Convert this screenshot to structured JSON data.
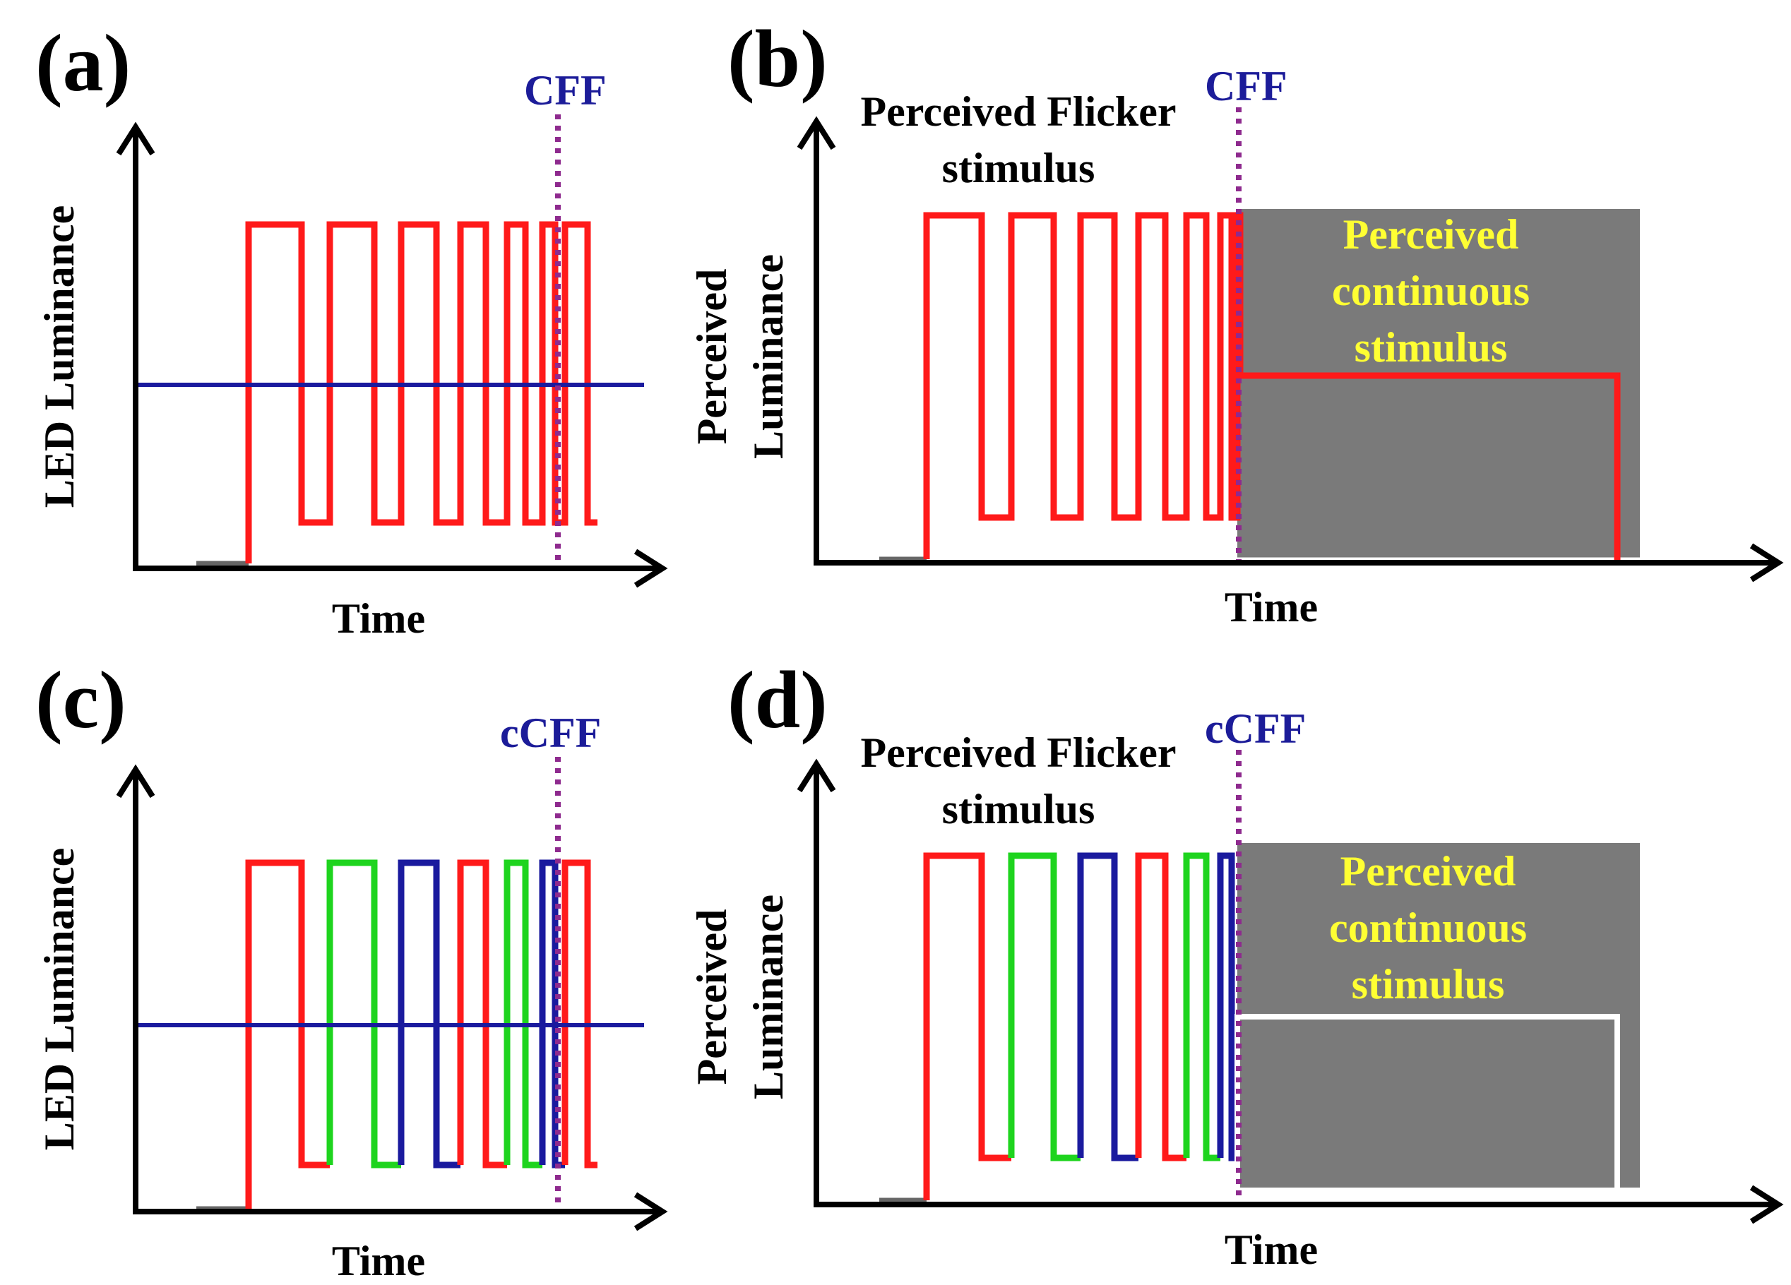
{
  "colors": {
    "red": "#ff1a1a",
    "green": "#1ed41e",
    "blue": "#1a1a9e",
    "navy": "#1c1c99",
    "purple": "#8e2a8e",
    "gray": "#7a7a7a",
    "yellow": "#ffff33",
    "white": "#ffffff",
    "black": "#000000",
    "darkgray": "#4a4a4a"
  },
  "panels": {
    "a": {
      "label": "(a)",
      "ylabel": "LED Luminance",
      "xlabel": "Time",
      "marker_label": "CFF"
    },
    "b": {
      "label": "(b)",
      "ylabel_line1": "Perceived",
      "ylabel_line2": "Luminance",
      "xlabel": "Time",
      "marker_label": "CFF",
      "flicker_line1": "Perceived Flicker",
      "flicker_line2": "stimulus",
      "continuous_line1": "Perceived",
      "continuous_line2": "continuous",
      "continuous_line3": "stimulus"
    },
    "c": {
      "label": "(c)",
      "ylabel": "LED Luminance",
      "xlabel": "Time",
      "marker_label": "cCFF"
    },
    "d": {
      "label": "(d)",
      "ylabel_line1": "Perceived",
      "ylabel_line2": "Luminance",
      "xlabel": "Time",
      "marker_label": "cCFF",
      "flicker_line1": "Perceived Flicker",
      "flicker_line2": "stimulus",
      "continuous_line1": "Perceived",
      "continuous_line2": "continuous",
      "continuous_line3": "stimulus"
    }
  }
}
